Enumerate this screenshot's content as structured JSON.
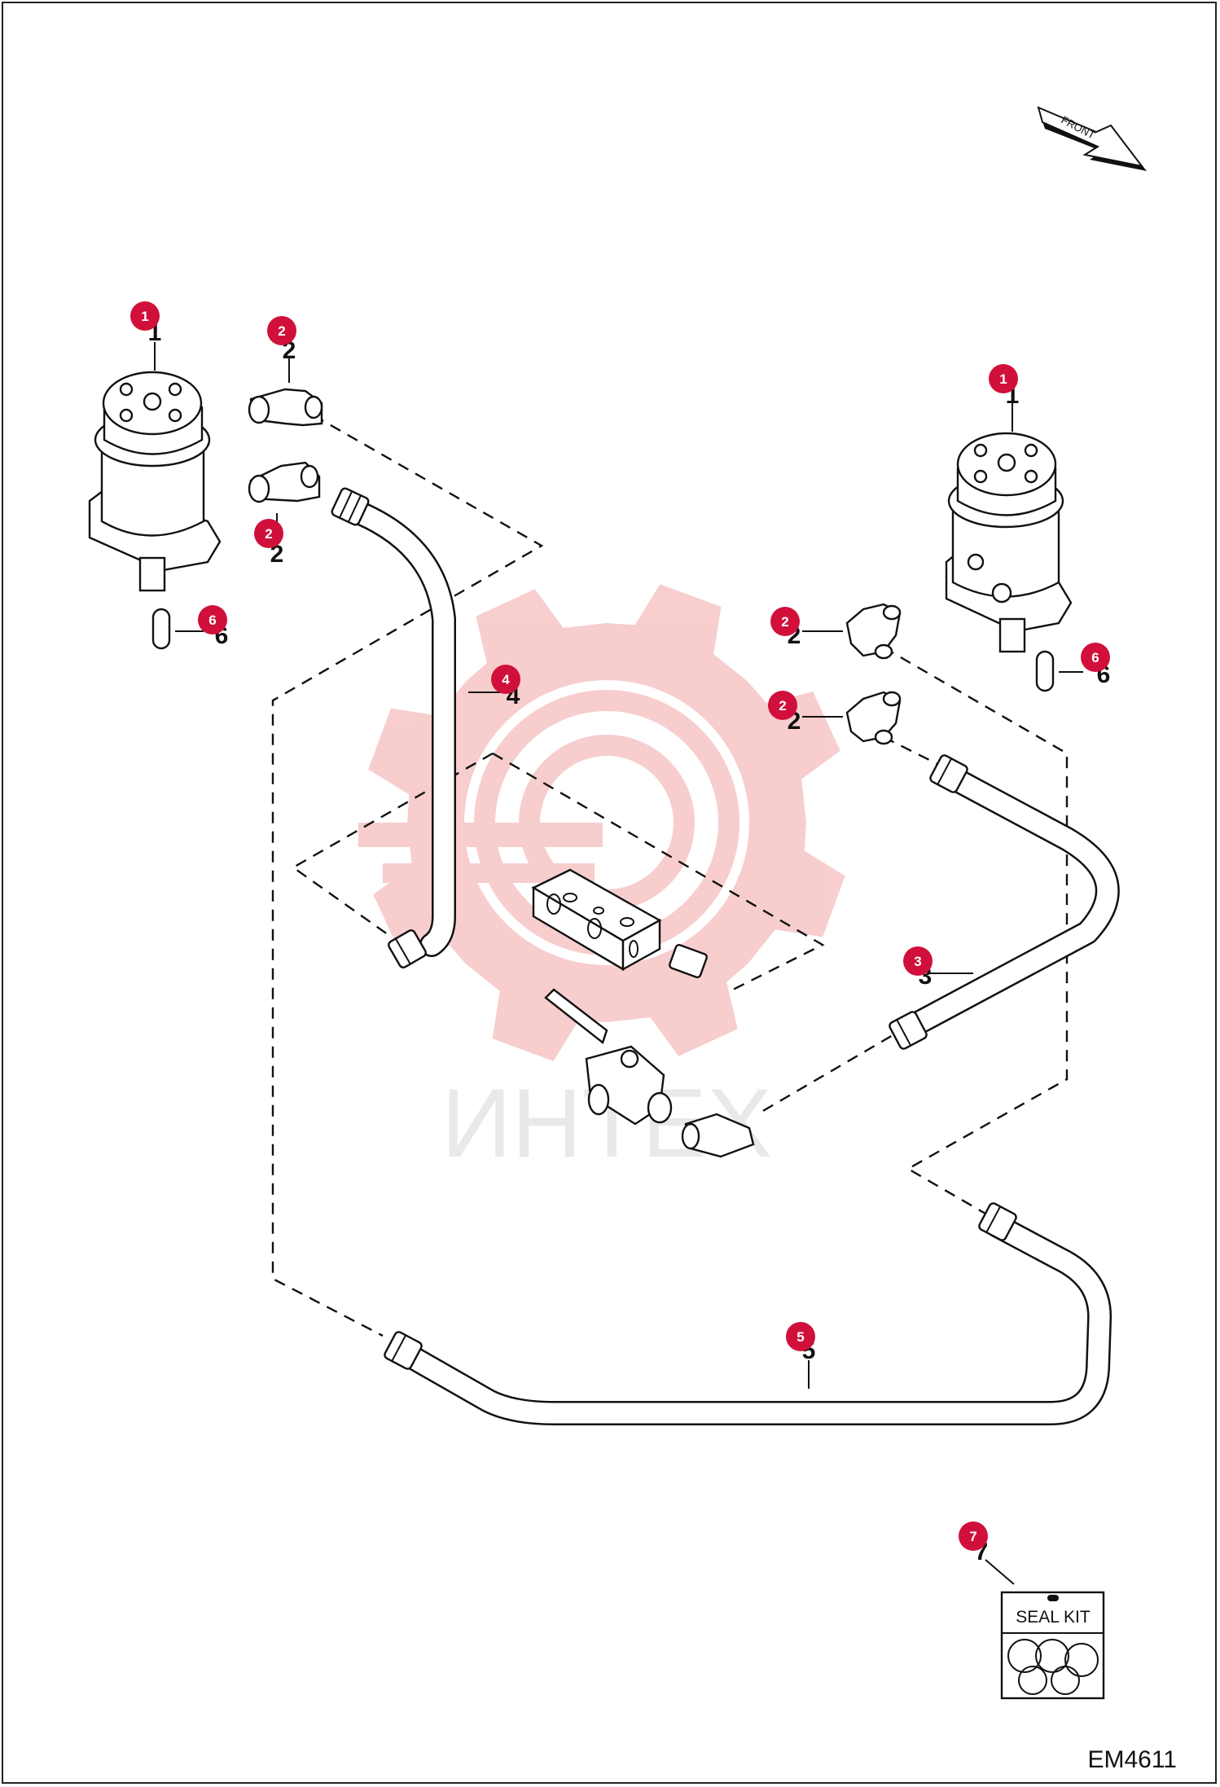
{
  "diagram": {
    "front_label": "FRONT",
    "drawing_number": "EM4611",
    "watermark_text": "ИНТЕХ",
    "seal_kit_label": "SEAL KIT",
    "accent_color": "#d0103a",
    "watermark_color": "#f2a5a5",
    "callouts": [
      "1",
      "2",
      "2",
      "1",
      "2",
      "2",
      "6",
      "6",
      "4",
      "3",
      "5",
      "7"
    ],
    "part_labels": [
      "1",
      "2",
      "2",
      "1",
      "2",
      "2",
      "6",
      "6",
      "4",
      "3",
      "5",
      "7"
    ]
  }
}
